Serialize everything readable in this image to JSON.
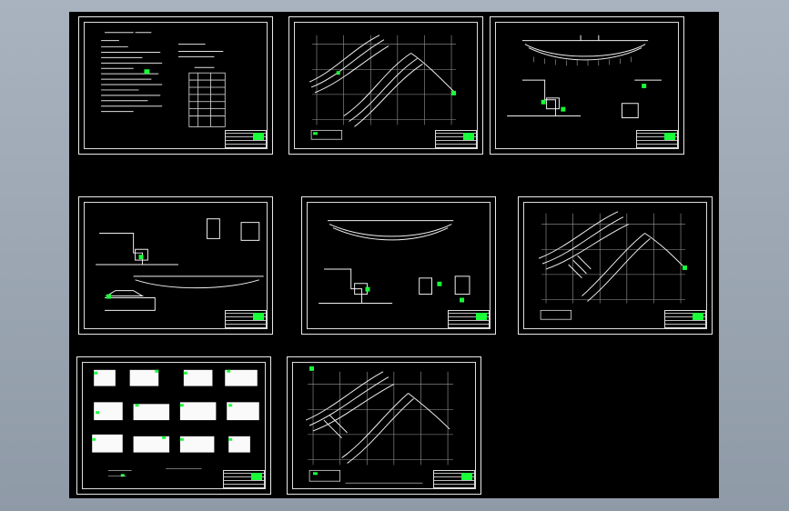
{
  "viewer": {
    "background": "#000000",
    "frame_color": "#e9e9e9",
    "accent_green": "#19ff3a"
  },
  "sheets": [
    {
      "id": "sheet-1",
      "kind": "notes-table"
    },
    {
      "id": "sheet-2",
      "kind": "site-plan"
    },
    {
      "id": "sheet-3",
      "kind": "sections"
    },
    {
      "id": "sheet-4",
      "kind": "sections-profile"
    },
    {
      "id": "sheet-5",
      "kind": "profile-details"
    },
    {
      "id": "sheet-6",
      "kind": "site-plan"
    },
    {
      "id": "sheet-7",
      "kind": "rebar-details"
    },
    {
      "id": "sheet-8",
      "kind": "site-plan"
    }
  ]
}
